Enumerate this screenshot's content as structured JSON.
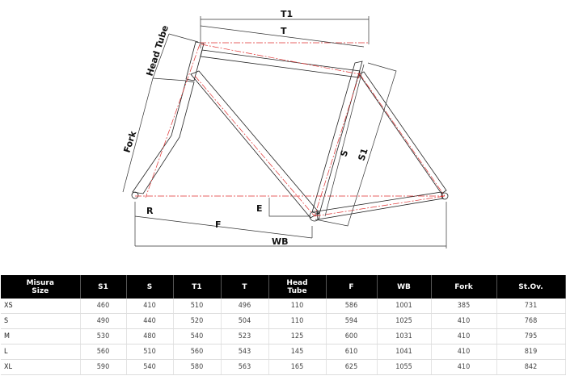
{
  "diagram": {
    "labels": {
      "t1": "T1",
      "t": "T",
      "head_tube": "Head Tube",
      "fork": "Fork",
      "s": "S",
      "s1": "S1",
      "e": "E",
      "f": "F",
      "r": "R",
      "wb": "WB"
    }
  },
  "table": {
    "headers": [
      "Misura Size",
      "S1",
      "S",
      "T1",
      "T",
      "Head Tube",
      "F",
      "WB",
      "Fork",
      "St.Ov."
    ],
    "rows": [
      [
        "XS",
        "460",
        "410",
        "510",
        "496",
        "110",
        "586",
        "1001",
        "385",
        "731"
      ],
      [
        "S",
        "490",
        "440",
        "520",
        "504",
        "110",
        "594",
        "1025",
        "410",
        "768"
      ],
      [
        "M",
        "530",
        "480",
        "540",
        "523",
        "125",
        "600",
        "1031",
        "410",
        "795"
      ],
      [
        "L",
        "560",
        "510",
        "560",
        "543",
        "145",
        "610",
        "1041",
        "410",
        "819"
      ],
      [
        "XL",
        "590",
        "540",
        "580",
        "563",
        "165",
        "625",
        "1055",
        "410",
        "842"
      ]
    ]
  }
}
